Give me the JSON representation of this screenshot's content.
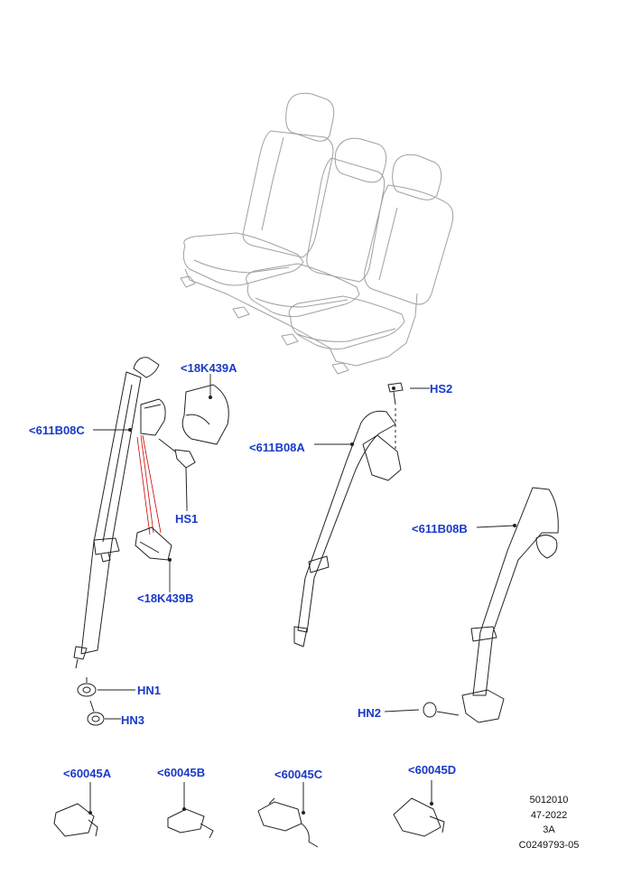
{
  "callouts": {
    "c_18K439A": "<18K439A",
    "c_611B08C": "<611B08C",
    "c_HS1": "HS1",
    "c_18K439B": "<18K439B",
    "c_HS2": "HS2",
    "c_611B08A": "<611B08A",
    "c_611B08B": "<611B08B",
    "c_HN1": "HN1",
    "c_HN3": "HN3",
    "c_HN2": "HN2",
    "c_60045A": "<60045A",
    "c_60045B": "<60045B",
    "c_60045C": "<60045C",
    "c_60045D": "<60045D"
  },
  "meta": [
    "5012010",
    "47-2022",
    "3A",
    "C0249793-05"
  ],
  "colors": {
    "callout": "#1a39c8",
    "line": "#222222",
    "seat_line": "#a0a0a0",
    "red_guide": "#cc0000"
  }
}
